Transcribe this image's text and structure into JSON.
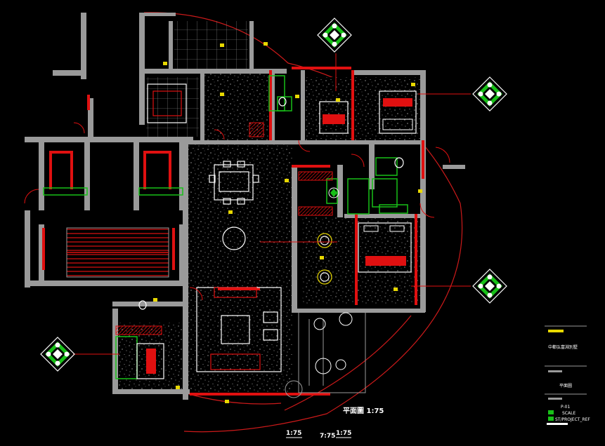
{
  "drawing": {
    "plan_title": "平面圖 1:75",
    "scale_labels": [
      "1:75",
      "7:75",
      "1:75"
    ],
    "title_block": {
      "project": "中都弘富淵別墅",
      "sheet_name": "平面圖",
      "sheet_no": "P-01",
      "scale_caption": "SCALE",
      "file_ref": "ST/PROJECT_REF"
    },
    "colors": {
      "background": "#000000",
      "wall": "#9a9a9a",
      "wall_red": "#e01010",
      "boundary": "#cc1a1a",
      "green": "#18c018",
      "white": "#ffffff",
      "yellow": "#e8d800",
      "cyan": "#00c8c8"
    },
    "icons": [
      "north-compass-icon",
      "section-marker-icon"
    ]
  }
}
